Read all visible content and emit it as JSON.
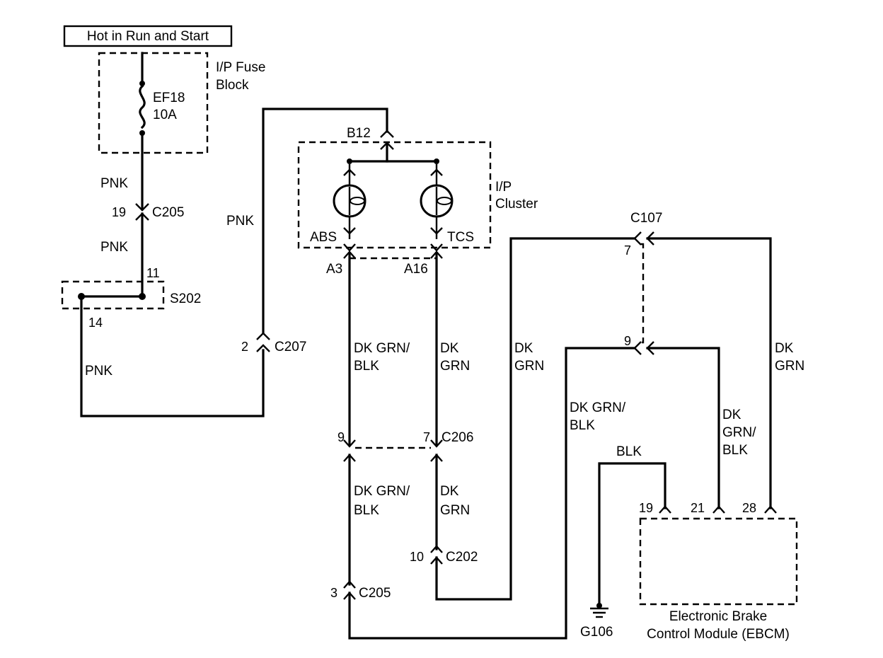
{
  "header": {
    "power_label": "Hot in Run and Start"
  },
  "fuse_block": {
    "name_line1": "I/P Fuse",
    "name_line2": "Block",
    "fuse_id": "EF18",
    "fuse_rating": "10A"
  },
  "wires": {
    "pnk": "PNK",
    "dk_grn_blk_1": "DK GRN/",
    "dk_grn_blk_2": "BLK",
    "dk_grn_1": "DK",
    "dk_grn_2": "GRN",
    "dk_grn_blk_stack_1": "DK",
    "dk_grn_blk_stack_2": "GRN/",
    "dk_grn_blk_stack_3": "BLK",
    "blk": "BLK"
  },
  "connectors": {
    "c205": "C205",
    "c207": "C207",
    "c206": "C206",
    "c202": "C202",
    "c107": "C107",
    "s202": "S202",
    "b12": "B12",
    "a3": "A3",
    "a16": "A16"
  },
  "pins": {
    "p19": "19",
    "p11": "11",
    "p14": "14",
    "p2": "2",
    "p9": "9",
    "p7": "7",
    "p10": "10",
    "p3": "3",
    "p21": "21",
    "p28": "28"
  },
  "cluster": {
    "name_line1": "I/P",
    "name_line2": "Cluster",
    "abs_label": "ABS",
    "tcs_label": "TCS"
  },
  "ground": {
    "id": "G106"
  },
  "module": {
    "name_line1": "Electronic Brake",
    "name_line2": "Control Module (EBCM)"
  }
}
